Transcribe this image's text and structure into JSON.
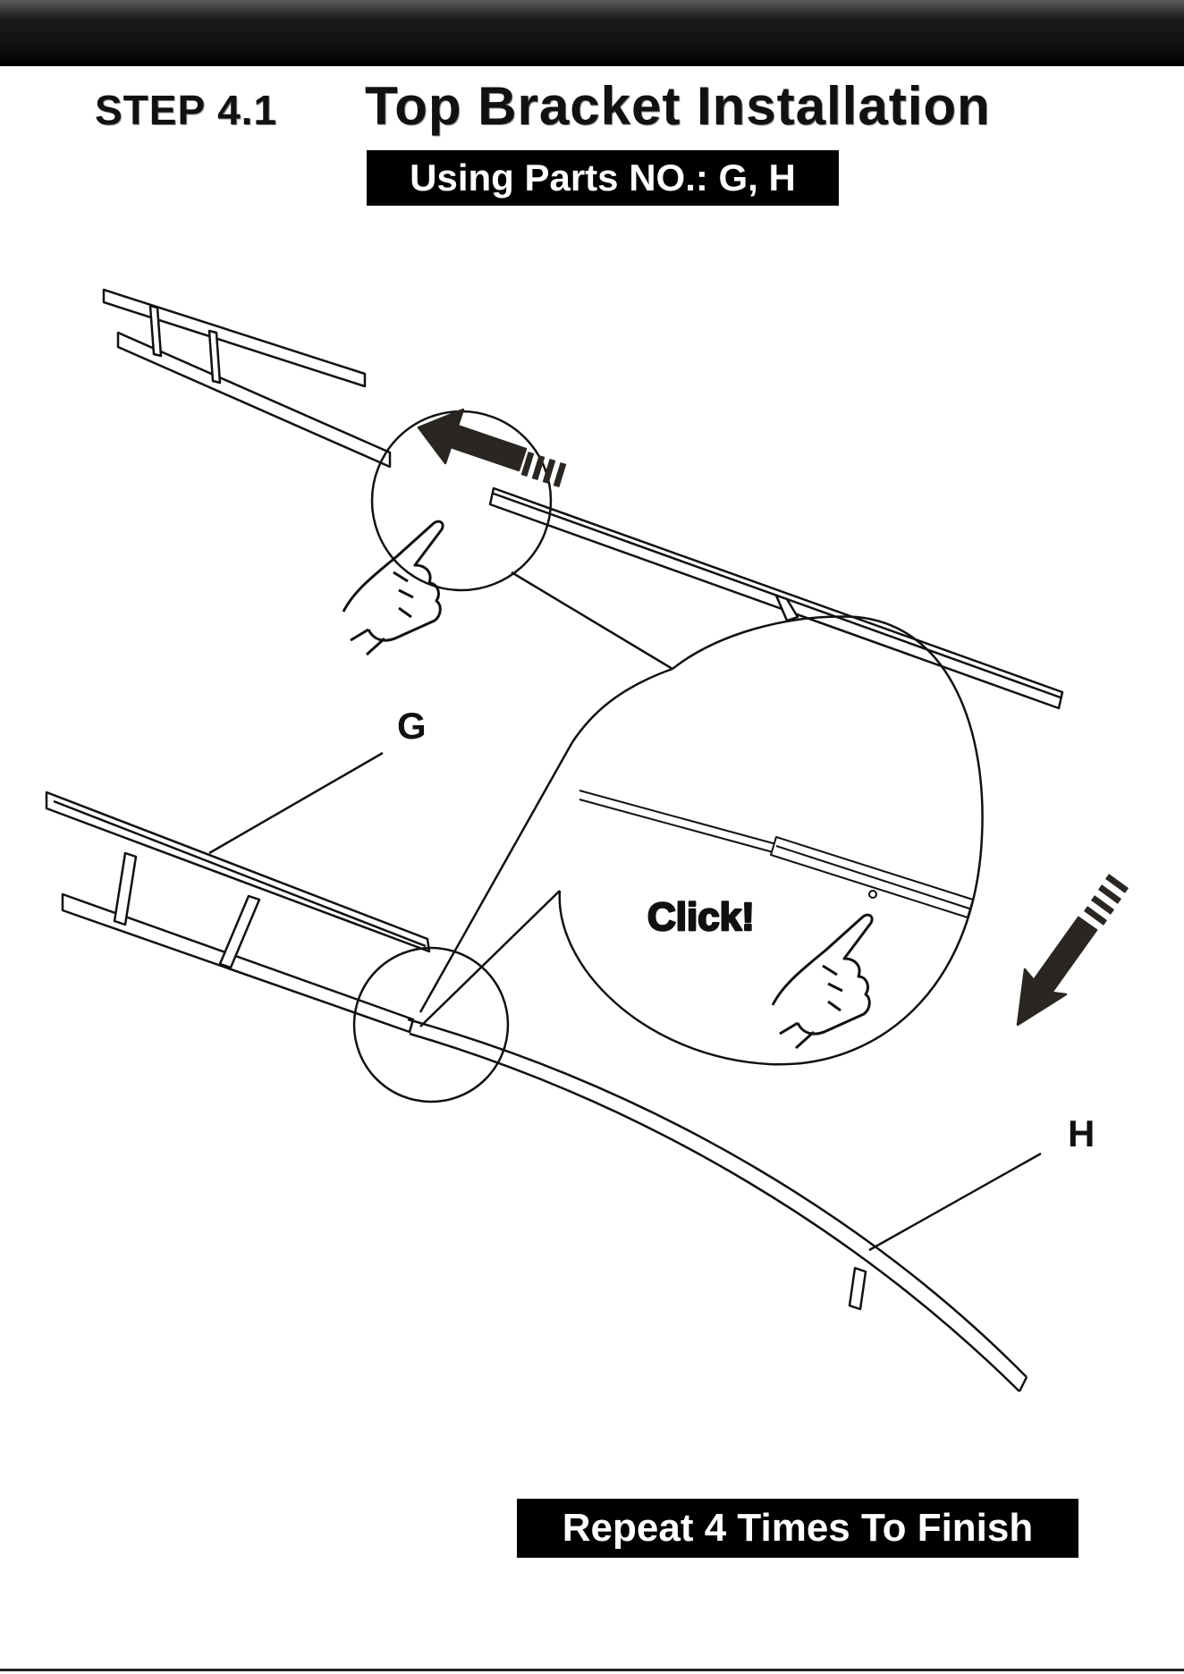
{
  "header": {
    "step": "STEP 4.1",
    "title": "Top Bracket Installation",
    "parts_note": "Using Parts NO.: G, H"
  },
  "diagram": {
    "callout_click": "Click!",
    "label_g": "G",
    "label_h": "H"
  },
  "footer": {
    "repeat_note": "Repeat 4 Times To Finish"
  }
}
